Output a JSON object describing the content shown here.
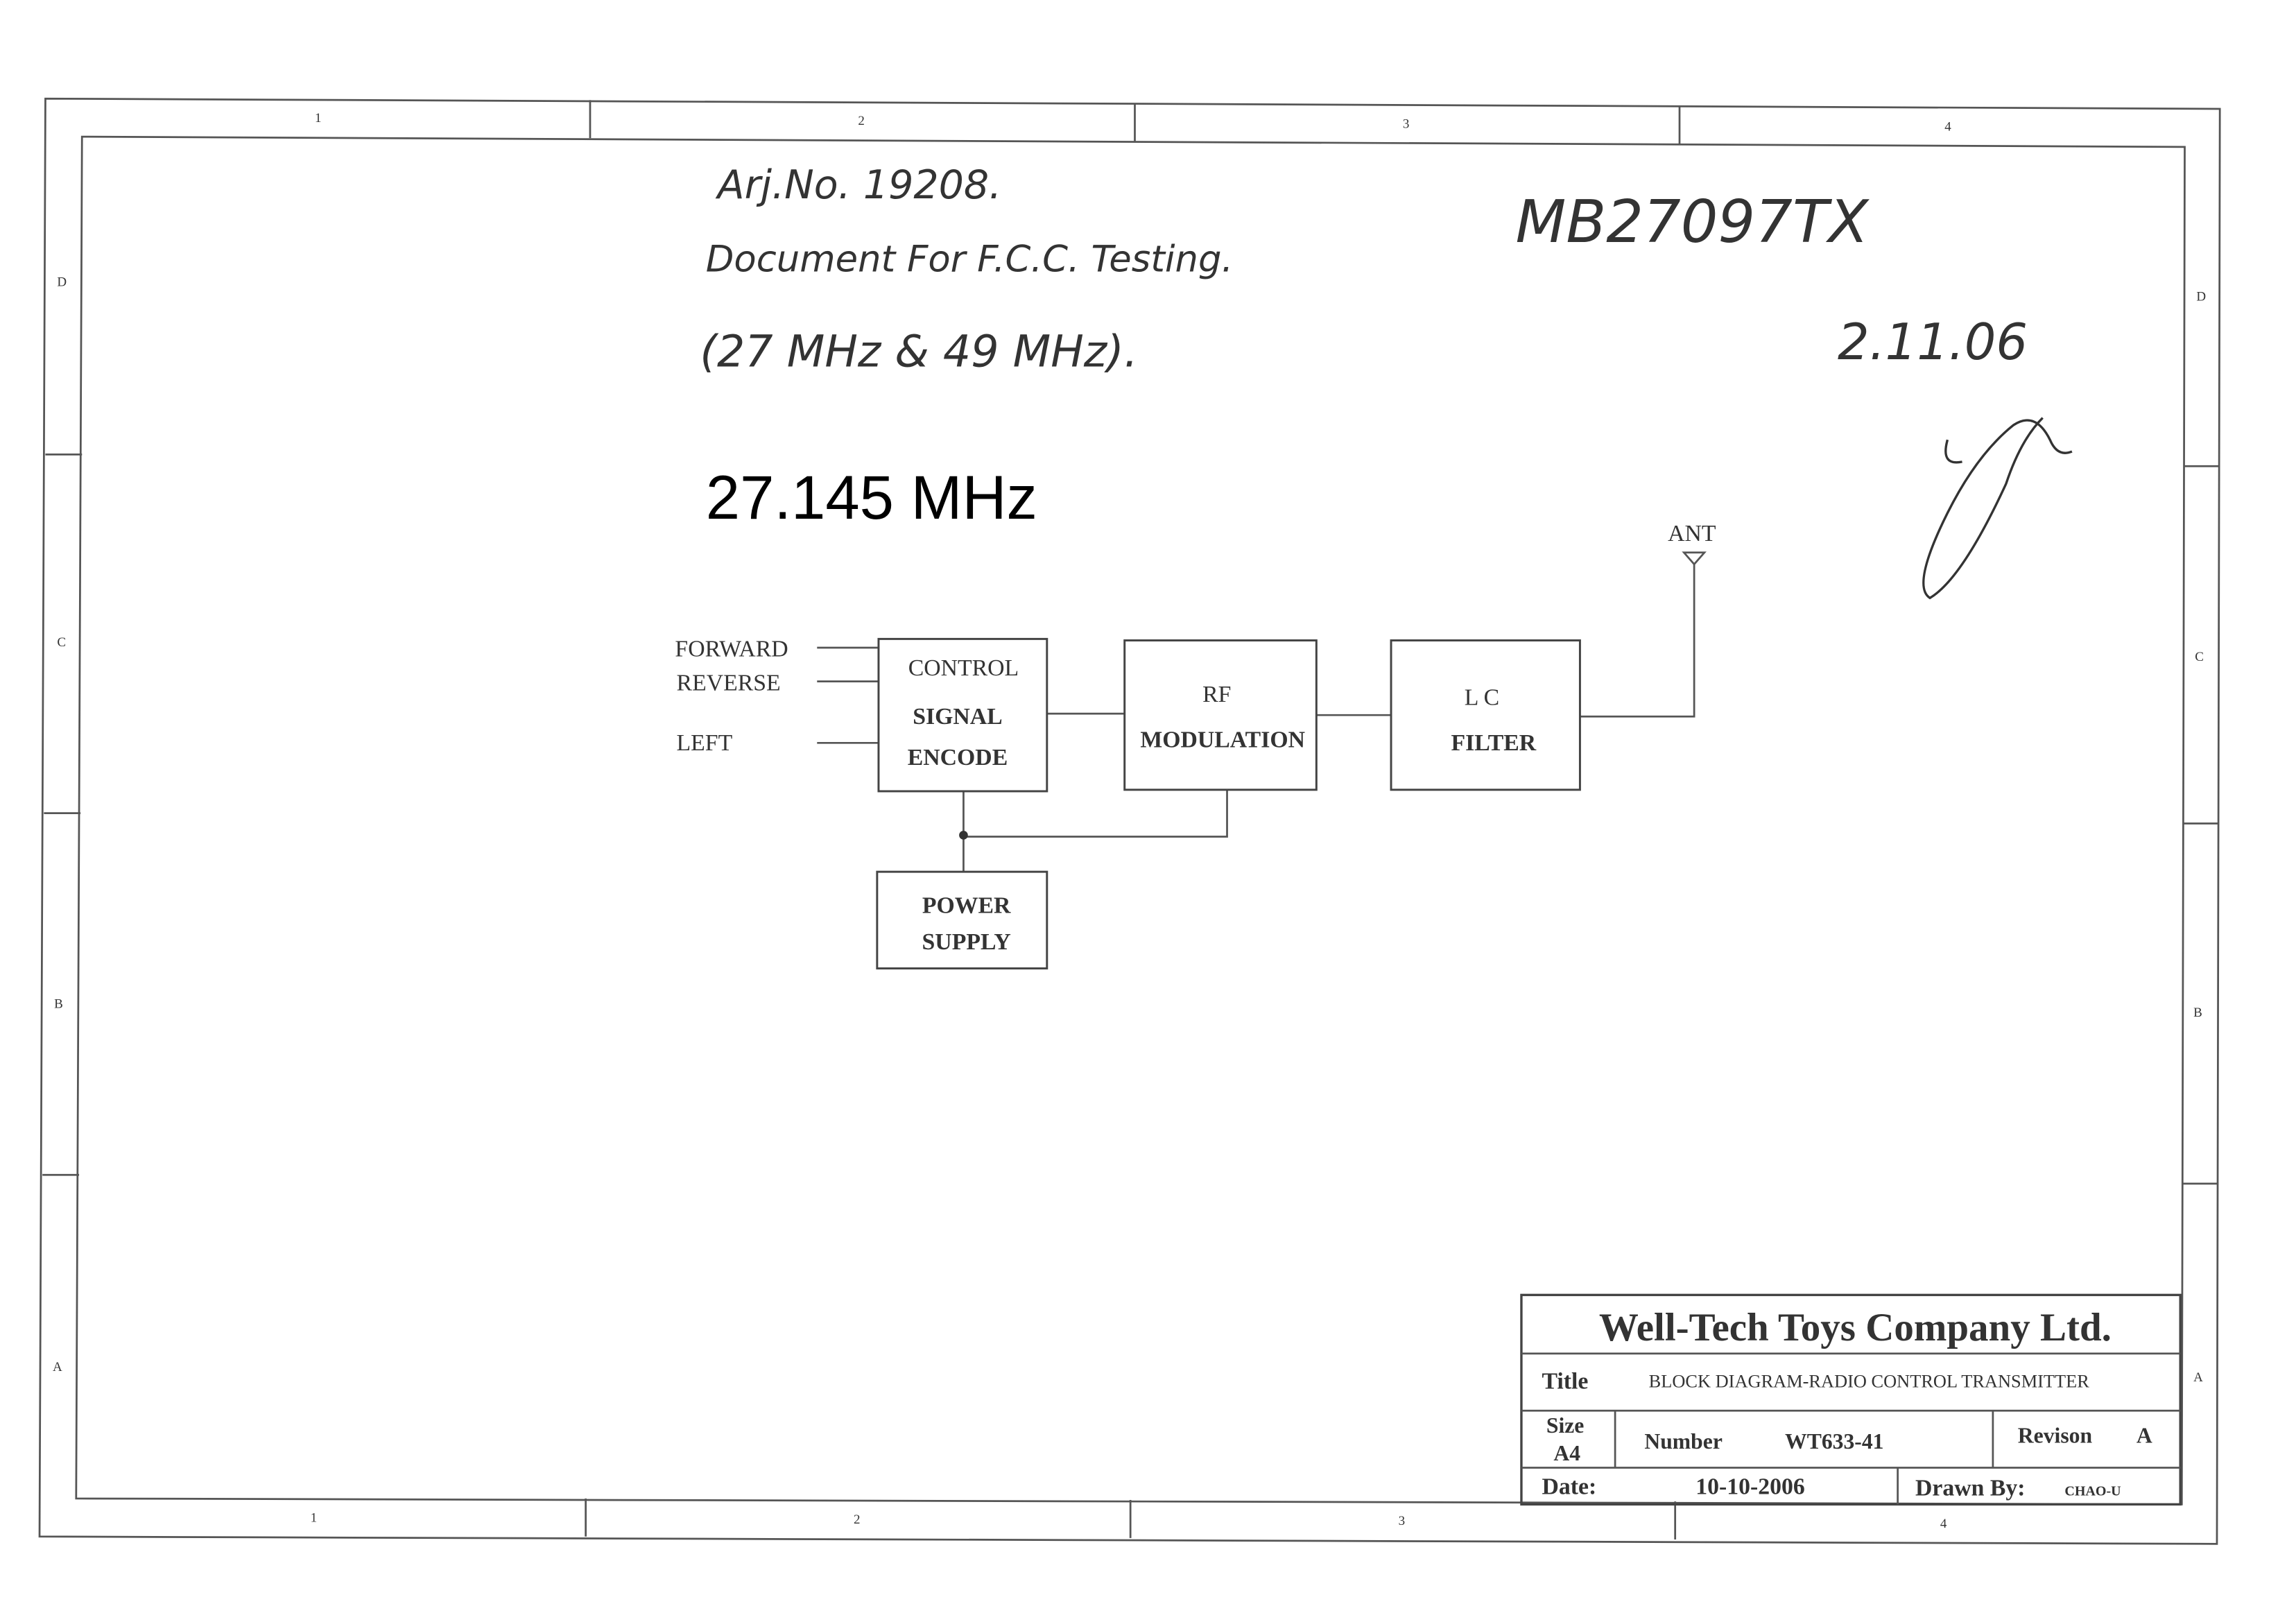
{
  "handwritten": {
    "line1": "Arj.No. 19208.",
    "line2": "Document For F.C.C. Testing.",
    "line3": "(27 MHz & 49 MHz).",
    "model": "MB27097TX",
    "date": "2.11.06"
  },
  "frequency": "27.145 MHz",
  "border": {
    "columns": [
      "1",
      "2",
      "3",
      "4"
    ],
    "rows": [
      "D",
      "C",
      "B",
      "A"
    ]
  },
  "diagram": {
    "inputs": [
      "FORWARD",
      "REVERSE",
      "LEFT"
    ],
    "encoder": [
      "CONTROL",
      "SIGNAL",
      "ENCODE"
    ],
    "modulator": [
      "RF",
      "MODULATION"
    ],
    "filter": [
      "L C",
      "FILTER"
    ],
    "power": [
      "POWER",
      "SUPPLY"
    ],
    "antenna": "ANT"
  },
  "title_block": {
    "company": "Well-Tech Toys Company Ltd.",
    "title_label": "Title",
    "title": "BLOCK DIAGRAM-RADIO CONTROL TRANSMITTER",
    "size_label": "Size",
    "size": "A4",
    "number_label": "Number",
    "number": "WT633-41",
    "revision_label": "Revison",
    "revision": "A",
    "date_label": "Date:",
    "date": "10-10-2006",
    "drawn_label": "Drawn By:",
    "drawn_by": "CHAO-U"
  }
}
